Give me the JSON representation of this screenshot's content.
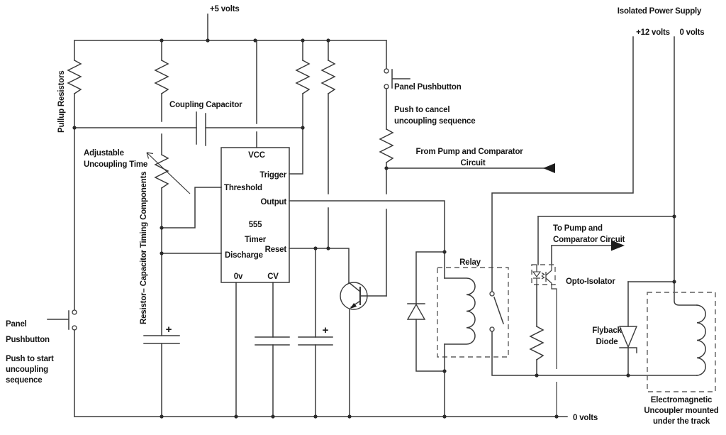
{
  "colors": {
    "wire": "#3b3b3b",
    "text": "#161616",
    "dash": "#5f5f5f",
    "bg": "#ffffff"
  },
  "power": {
    "v5": "+5 volts",
    "isolated_title": "Isolated Power Supply",
    "v12": "+12 volts",
    "iso_0v": "0 volts",
    "gnd": "0 volts"
  },
  "timer_ic": {
    "vcc": "VCC",
    "trigger": "Trigger",
    "threshold": "Threshold",
    "output": "Output",
    "name_line1": "555",
    "name_line2": "Timer",
    "reset": "Reset",
    "discharge": "Discharge",
    "gnd_pin": "0v",
    "cv": "CV"
  },
  "annotations": {
    "pullup_resistors": "Pullup Resistors",
    "coupling_capacitor": "Coupling Capacitor",
    "adjustable_line1": "Adjustable",
    "adjustable_line2": "Uncoupling Time",
    "rc_timing": "Resistor– Capacitor Timing Components",
    "panel_pushbutton_cancel": "Panel Pushbutton",
    "cancel_line1": "Push to cancel",
    "cancel_line2": "uncoupling sequence",
    "from_pump_line1": "From Pump and Comparator",
    "from_pump_line2": "Circuit",
    "relay": "Relay",
    "to_pump_line1": "To Pump and",
    "to_pump_line2": "Comparator Circuit",
    "opto_isolator": "Opto-Isolator",
    "flyback_line1": "Flyback",
    "flyback_line2": "Diode",
    "uncoupler_line1": "Electromagnetic",
    "uncoupler_line2": "Uncoupler mounted",
    "uncoupler_line3": "under the track",
    "panel_start_line1": "Panel",
    "panel_start_line2": "Pushbutton",
    "start_line1": "Push to start",
    "start_line2": "uncoupling",
    "start_line3": "sequence",
    "plus": "+"
  }
}
